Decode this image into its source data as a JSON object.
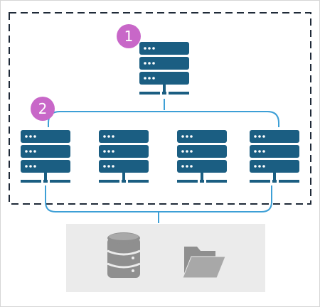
{
  "diagram": {
    "colors": {
      "server": "#1b5e82",
      "connector": "#3d9fd6",
      "badge": "#c867c8",
      "boundary": "#1f2a38",
      "storage_panel": "#ebebeb",
      "storage_icon": "#8f8f8f"
    },
    "badges": [
      {
        "label": "1"
      },
      {
        "label": "2"
      }
    ],
    "servers": [
      {
        "role": "head-node"
      },
      {
        "role": "compute-node"
      },
      {
        "role": "compute-node"
      },
      {
        "role": "compute-node"
      },
      {
        "role": "compute-node"
      }
    ],
    "storage": [
      {
        "icon": "database-icon"
      },
      {
        "icon": "folder-icon"
      }
    ]
  }
}
